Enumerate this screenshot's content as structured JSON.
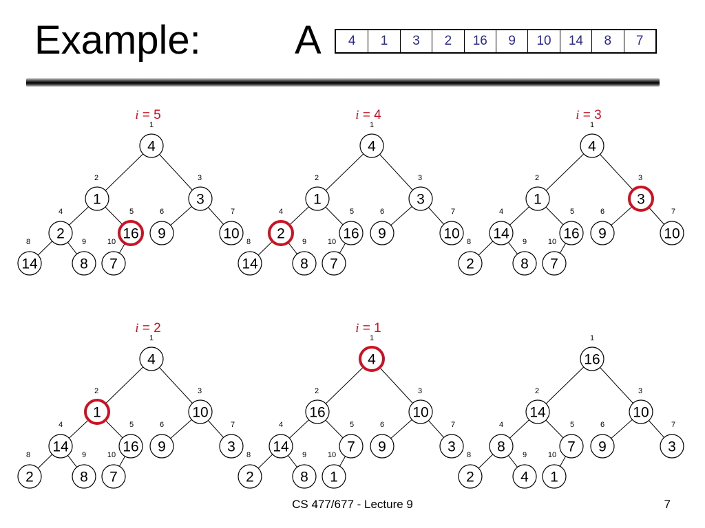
{
  "title": "Example:",
  "array": {
    "name": "A",
    "values": [
      "4",
      "1",
      "3",
      "2",
      "16",
      "9",
      "10",
      "14",
      "8",
      "7"
    ]
  },
  "colors": {
    "highlight": "#cc1122",
    "label": "#cc1122",
    "array_text": "#2b2b8f"
  },
  "trees": [
    {
      "label_var": "i",
      "label_rest": " = 5",
      "values": [
        "4",
        "1",
        "3",
        "2",
        "16",
        "9",
        "10",
        "14",
        "8",
        "7"
      ],
      "highlight": 5
    },
    {
      "label_var": "i",
      "label_rest": " = 4",
      "values": [
        "4",
        "1",
        "3",
        "2",
        "16",
        "9",
        "10",
        "14",
        "8",
        "7"
      ],
      "highlight": 4
    },
    {
      "label_var": "i",
      "label_rest": " = 3",
      "values": [
        "4",
        "1",
        "3",
        "14",
        "16",
        "9",
        "10",
        "2",
        "8",
        "7"
      ],
      "highlight": 3
    },
    {
      "label_var": "i",
      "label_rest": " = 2",
      "values": [
        "4",
        "1",
        "10",
        "14",
        "16",
        "9",
        "3",
        "2",
        "8",
        "7"
      ],
      "highlight": 2
    },
    {
      "label_var": "i",
      "label_rest": " = 1",
      "values": [
        "4",
        "16",
        "10",
        "14",
        "7",
        "9",
        "3",
        "2",
        "8",
        "1"
      ],
      "highlight": 1
    },
    {
      "label_var": "",
      "label_rest": "",
      "values": [
        "16",
        "14",
        "10",
        "8",
        "7",
        "9",
        "3",
        "2",
        "4",
        "1"
      ],
      "highlight": null
    }
  ],
  "index_labels": [
    "1",
    "2",
    "3",
    "4",
    "5",
    "6",
    "7",
    "8",
    "9",
    "10"
  ],
  "footer": {
    "text": "CS 477/677 - Lecture 9",
    "page": "7"
  }
}
